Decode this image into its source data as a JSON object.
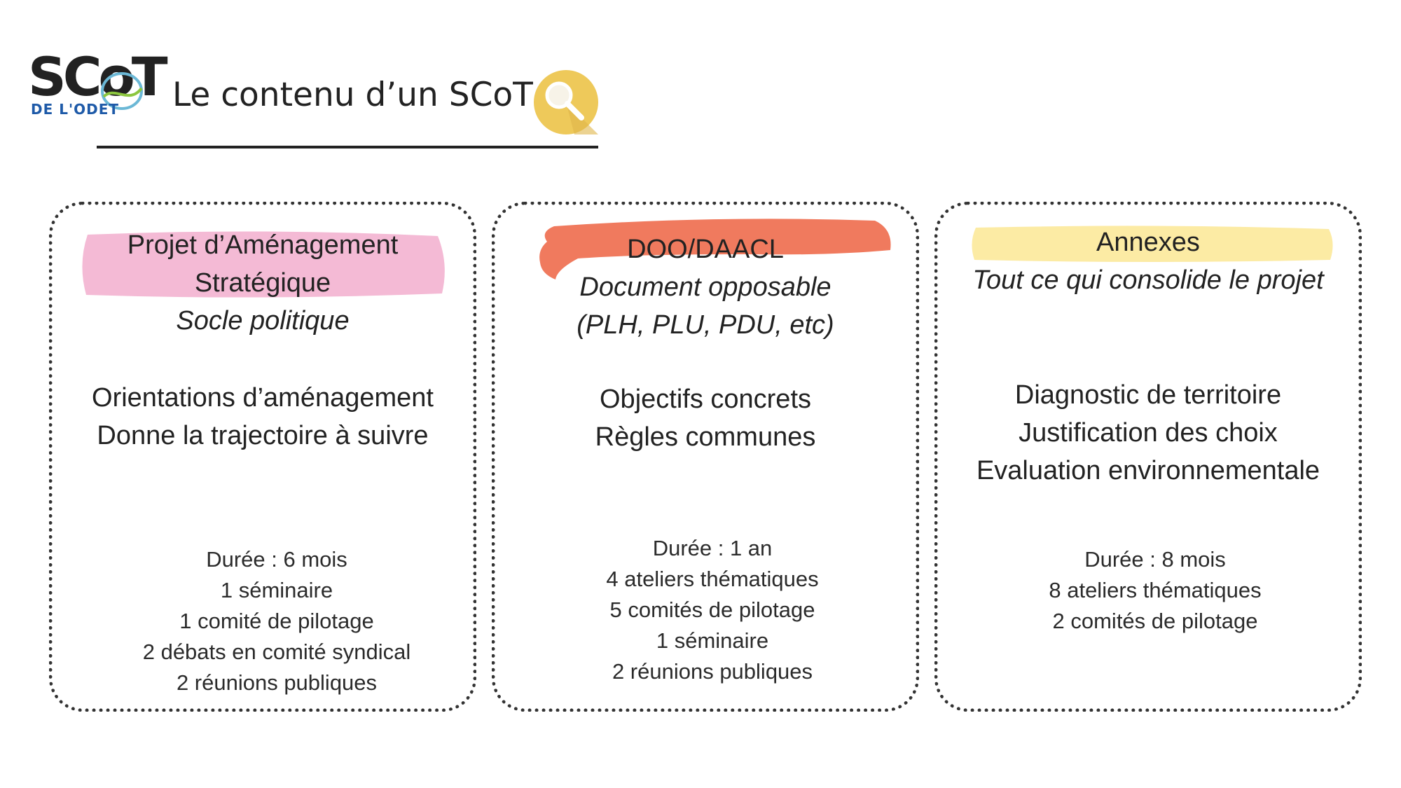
{
  "header": {
    "logo_text": "SCoT",
    "logo_subtitle": "DE L'ODET",
    "title": "Le contenu d’un SCoT",
    "icon": "magnifier-icon",
    "icon_color": "#EEC95A"
  },
  "cards": [
    {
      "title_lines": [
        "Projet d’Aménagement",
        "Stratégique"
      ],
      "subtitle_lines": [
        "Socle politique"
      ],
      "body_lines": [
        "Orientations d’aménagement",
        "Donne la trajectoire à suivre"
      ],
      "details": [
        "Durée : 6 mois",
        "1 séminaire",
        "1 comité de pilotage",
        "2 débats en comité syndical",
        "2 réunions publiques"
      ],
      "highlight_color": "#F4BAD5"
    },
    {
      "title_lines": [
        "DOO/DAACL"
      ],
      "subtitle_lines": [
        "Document opposable",
        "(PLH, PLU, PDU, etc)"
      ],
      "body_lines": [
        "Objectifs concrets",
        "Règles communes"
      ],
      "details": [
        "Durée : 1 an",
        "4 ateliers thématiques",
        "5 comités de pilotage",
        "1 séminaire",
        "2 réunions publiques"
      ],
      "highlight_color": "#F07A5E"
    },
    {
      "title_lines": [
        "Annexes"
      ],
      "subtitle_lines": [
        "Tout ce qui consolide le projet"
      ],
      "body_lines": [
        "Diagnostic de territoire",
        "Justification des choix",
        "Evaluation environnementale"
      ],
      "details": [
        "Durée : 8 mois",
        "8 ateliers thématiques",
        "2 comités de pilotage"
      ],
      "highlight_color": "#FCEBA4"
    }
  ]
}
